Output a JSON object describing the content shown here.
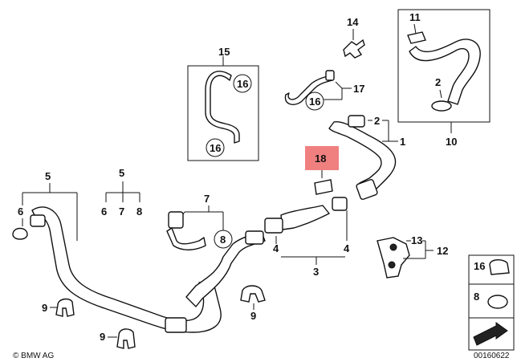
{
  "diagram": {
    "callouts": {
      "c1": "1",
      "c2a": "2",
      "c2b": "2",
      "c3": "3",
      "c4a": "4",
      "c4b": "4",
      "c5a": "5",
      "c5b": "5",
      "c6a": "6",
      "c6b": "6",
      "c7a": "7",
      "c7b": "7",
      "c8a": "8",
      "c8b": "8",
      "c8c": "8",
      "c9a": "9",
      "c9b": "9",
      "c9c": "9",
      "c10": "10",
      "c11": "11",
      "c12": "12",
      "c13": "13",
      "c14": "14",
      "c15": "15",
      "c16a": "16",
      "c16b": "16",
      "c16c": "16",
      "c16d": "16",
      "c17": "17",
      "c18": "18"
    },
    "highlight_color": "#f08080",
    "footer": {
      "brand": "© BMW AG",
      "diagram_id": "00160622"
    }
  }
}
